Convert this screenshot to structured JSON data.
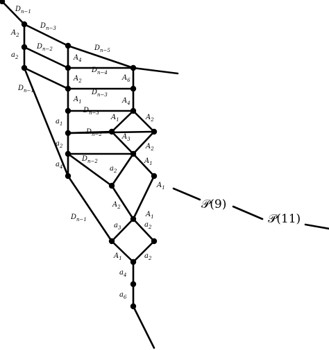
{
  "graph": {
    "nodes": [
      {
        "id": "n0"
      },
      {
        "id": "n1"
      },
      {
        "id": "n2"
      },
      {
        "id": "n3"
      },
      {
        "id": "m1"
      },
      {
        "id": "m2"
      },
      {
        "id": "m3"
      },
      {
        "id": "m4"
      },
      {
        "id": "m5"
      },
      {
        "id": "m6"
      },
      {
        "id": "m7"
      },
      {
        "id": "r1"
      },
      {
        "id": "r2"
      },
      {
        "id": "r3"
      },
      {
        "id": "d1"
      },
      {
        "id": "d2"
      },
      {
        "id": "d3"
      },
      {
        "id": "d4"
      },
      {
        "id": "e1"
      },
      {
        "id": "e2"
      },
      {
        "id": "e3"
      },
      {
        "id": "e4"
      },
      {
        "id": "f1"
      },
      {
        "id": "f2"
      },
      {
        "id": "f3"
      }
    ],
    "edges": [
      [
        "n0",
        "n1"
      ],
      [
        "n1",
        "n2"
      ],
      [
        "n2",
        "n3"
      ],
      [
        "n1",
        "m1"
      ],
      [
        "n2",
        "m2"
      ],
      [
        "n3",
        "m3"
      ],
      [
        "n3",
        "m7"
      ],
      [
        "m1",
        "m2"
      ],
      [
        "m2",
        "m3"
      ],
      [
        "m3",
        "m4"
      ],
      [
        "m4",
        "m5"
      ],
      [
        "m5",
        "m6"
      ],
      [
        "m6",
        "m7"
      ],
      [
        "m1",
        "r1"
      ],
      [
        "m2",
        "r1"
      ],
      [
        "m3",
        "r2"
      ],
      [
        "m4",
        "r3"
      ],
      [
        "r1",
        "r2"
      ],
      [
        "r2",
        "r3"
      ],
      [
        "r1",
        "r1x"
      ],
      [
        "r3",
        "d1"
      ],
      [
        "r3",
        "d2"
      ],
      [
        "d1",
        "d3"
      ],
      [
        "d2",
        "d3"
      ],
      [
        "m5",
        "d2"
      ],
      [
        "m5",
        "d1"
      ],
      [
        "m6",
        "d3"
      ],
      [
        "m6",
        "e1"
      ],
      [
        "d3",
        "e1"
      ],
      [
        "d3",
        "d4"
      ],
      [
        "d4",
        "e2"
      ],
      [
        "e1",
        "e2"
      ],
      [
        "e2",
        "e3"
      ],
      [
        "e2",
        "e4"
      ],
      [
        "e3",
        "f1"
      ],
      [
        "e4",
        "f1"
      ],
      [
        "m7",
        "e3"
      ],
      [
        "f1",
        "f2"
      ],
      [
        "f2",
        "f3"
      ],
      [
        "f3",
        "f3x"
      ]
    ],
    "edge_labels": [
      {
        "base": "D",
        "sub": "n−1"
      },
      {
        "base": "D",
        "sub": "n−3"
      },
      {
        "base": "D",
        "sub": "n−2"
      },
      {
        "base": "D",
        "sub": "n−5"
      },
      {
        "base": "D",
        "sub": "n−4"
      },
      {
        "base": "D",
        "sub": "n−3"
      },
      {
        "base": "D",
        "sub": "n−1"
      },
      {
        "base": "D",
        "sub": "n−3"
      },
      {
        "base": "D",
        "sub": "n−2"
      },
      {
        "base": "D",
        "sub": "n−2"
      },
      {
        "base": "D",
        "sub": "n−1"
      },
      {
        "base": "A",
        "sub": "2"
      },
      {
        "base": "a",
        "sub": "2"
      },
      {
        "base": "A",
        "sub": "4"
      },
      {
        "base": "A",
        "sub": "6"
      },
      {
        "base": "A",
        "sub": "2"
      },
      {
        "base": "A",
        "sub": "4"
      },
      {
        "base": "A",
        "sub": "1"
      },
      {
        "base": "A",
        "sub": "1"
      },
      {
        "base": "a",
        "sub": "1"
      },
      {
        "base": "A",
        "sub": "2"
      },
      {
        "base": "A",
        "sub": "3"
      },
      {
        "base": "a",
        "sub": "2"
      },
      {
        "base": "A",
        "sub": "2"
      },
      {
        "base": "A",
        "sub": "1"
      },
      {
        "base": "a",
        "sub": "4"
      },
      {
        "base": "a",
        "sub": "2"
      },
      {
        "base": "A",
        "sub": "1"
      },
      {
        "base": "A",
        "sub": "2"
      },
      {
        "base": "A",
        "sub": "1"
      },
      {
        "base": "a",
        "sub": "3"
      },
      {
        "base": "a",
        "sub": "2"
      },
      {
        "base": "A",
        "sub": "1"
      },
      {
        "base": "a",
        "sub": "2"
      },
      {
        "base": "a",
        "sub": "4"
      },
      {
        "base": "a",
        "sub": "6"
      }
    ],
    "continuations": [
      {
        "label": "𝒫(9)"
      },
      {
        "label": "𝒫(11)"
      }
    ]
  }
}
